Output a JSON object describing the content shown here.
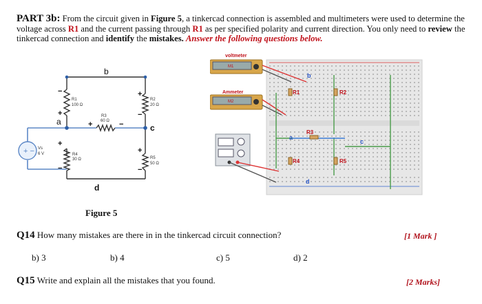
{
  "intro": {
    "part": "PART 3b:",
    "t1": "From the circuit given in",
    "fig_ref": "Figure 5",
    "t2": ", a tinkercad connection is assembled and multimeters were used to determine the voltage across",
    "r1a": "R1",
    "t3": "and the current passing through",
    "r1b": "R1",
    "t4": "as per specified polarity and current direction. You only need to",
    "review": "review",
    "t5": "the tinkercad connection and",
    "identify": "identify",
    "t6": "the",
    "mistakes": "mistakes.",
    "instruction": "Answer the following questions below",
    "dot": "."
  },
  "schematic": {
    "node_b": "b",
    "node_a": "a",
    "node_c": "c",
    "node_d": "d",
    "r1": [
      "R1",
      "100 Ω"
    ],
    "r2": [
      "R2",
      "20 Ω"
    ],
    "r3": [
      "R3",
      "60 Ω"
    ],
    "r4": [
      "R4",
      "30 Ω"
    ],
    "r5": [
      "R5",
      "50 Ω"
    ],
    "vs": [
      "Vs",
      "6 V"
    ]
  },
  "tinkercad": {
    "voltmeter_label": "voltmeter",
    "m1": "M1",
    "ammeter_label": "Ammeter",
    "m2": "M2",
    "b": "b",
    "a": "a",
    "c": "c",
    "d": "d",
    "r1": "R1",
    "r2": "R2",
    "r3": "R3",
    "r4": "R4",
    "r5": "R5"
  },
  "figure_caption": "Figure 5",
  "q14": {
    "num": "Q14",
    "text": "How many mistakes are there in in the tinkercad circuit connection?",
    "marks": "[1 Mark ]",
    "options": [
      "b)  3",
      "b) 4",
      "c) 5",
      "d) 2"
    ]
  },
  "q15": {
    "num": "Q15",
    "text": "Write and explain all the mistakes that you found.",
    "marks": "[2 Marks]"
  }
}
